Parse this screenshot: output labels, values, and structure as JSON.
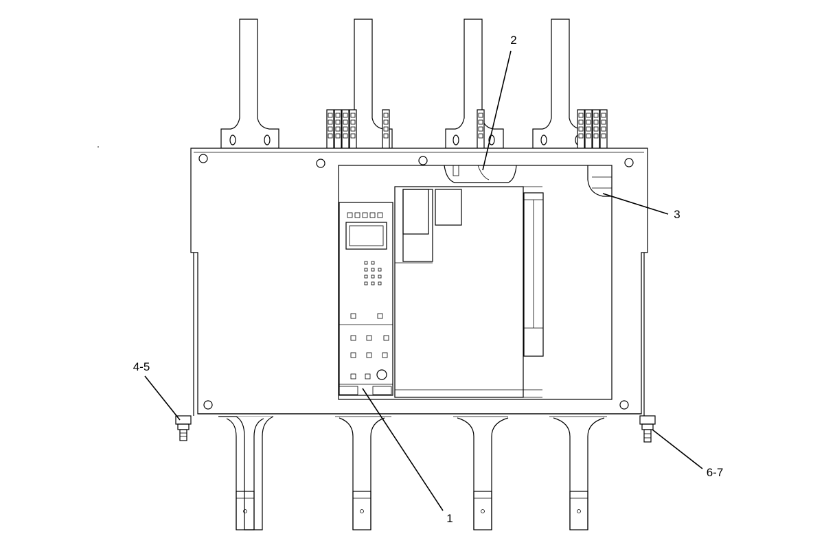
{
  "callouts": {
    "c1": "1",
    "c2": "2",
    "c3": "3",
    "c45": "4-5",
    "c67": "6-7"
  },
  "colors": {
    "line": "#000000",
    "background": "#ffffff"
  }
}
